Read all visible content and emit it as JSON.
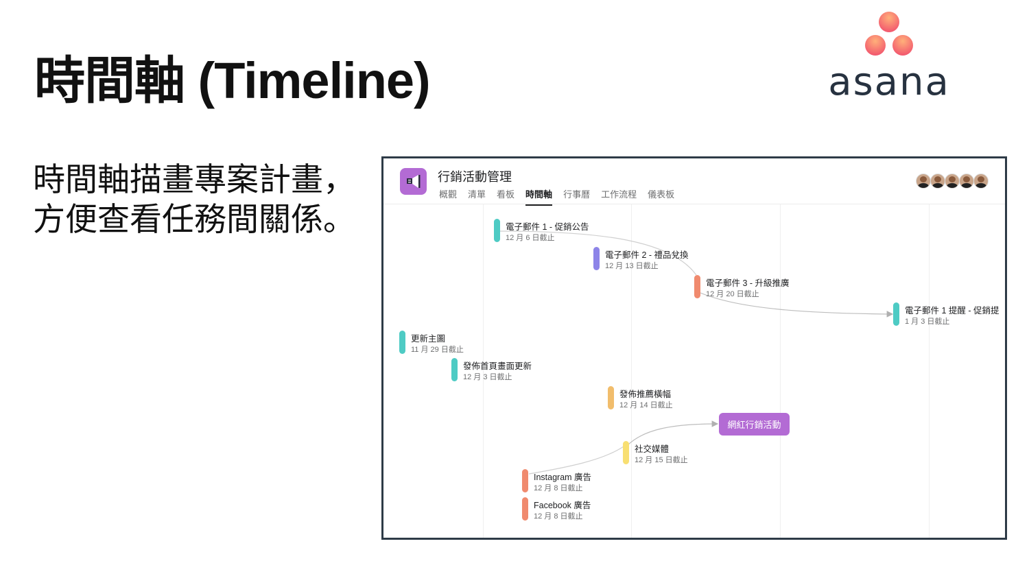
{
  "slide": {
    "title": "時間軸 (Timeline)",
    "body_line1": "時間軸描畫專案計畫，",
    "body_line2": "方便查看任務間關係。",
    "logo_text": "asana"
  },
  "app": {
    "project_title": "行銷活動管理",
    "project_icon": "megaphone-icon",
    "tabs": [
      {
        "label": "概觀"
      },
      {
        "label": "清單"
      },
      {
        "label": "看板"
      },
      {
        "label": "時間軸",
        "active": true
      },
      {
        "label": "行事曆"
      },
      {
        "label": "工作流程"
      },
      {
        "label": "儀表板"
      }
    ],
    "member_count": 5,
    "tasks": [
      {
        "name": "電子郵件 1 - 促銷公告",
        "date": "12 月 6 日截止",
        "color": "#4ecbc4"
      },
      {
        "name": "電子郵件 2 - 禮品兌換",
        "date": "12 月 13 日截止",
        "color": "#8d84e8"
      },
      {
        "name": "電子郵件 3 - 升級推廣",
        "date": "12 月 20 日截止",
        "color": "#f08a6e"
      },
      {
        "name": "電子郵件 1 提醒 - 促銷提",
        "date": "1 月 3 日截止",
        "color": "#4ecbc4"
      },
      {
        "name": "更新主圖",
        "date": "11 月 29 日截止",
        "color": "#4ecbc4"
      },
      {
        "name": "發佈首頁畫面更新",
        "date": "12 月 3 日截止",
        "color": "#4ecbc4"
      },
      {
        "name": "發佈推薦橫幅",
        "date": "12 月 14 日截止",
        "color": "#f1bd6c"
      },
      {
        "name": "社交媒體",
        "date": "12 月 15 日截止",
        "color": "#f8df72"
      },
      {
        "name": "Instagram 廣告",
        "date": "12 月 8 日截止",
        "color": "#f08a6e"
      },
      {
        "name": "Facebook 廣告",
        "date": "12 月 8 日截止",
        "color": "#f08a6e"
      }
    ],
    "milestone": {
      "label": "網紅行銷活動",
      "color": "#b36bd4"
    }
  }
}
